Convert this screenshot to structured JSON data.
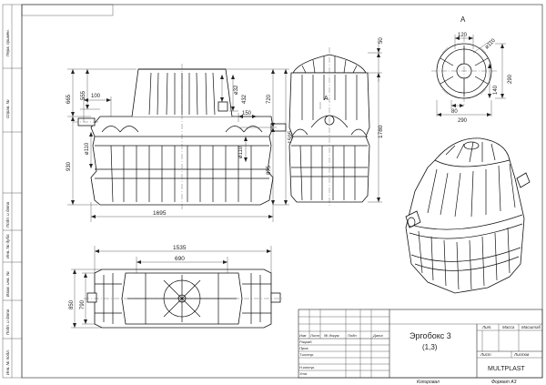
{
  "sheet": {
    "side_stamps": [
      "Перв. примен.",
      "Справ. №",
      "Подп. и дата",
      "Инв. № дубл.",
      "Взам. инв. №",
      "Подп. и дата",
      "Инв. № подл."
    ],
    "footer": {
      "copied": "Копировал",
      "format": "Формат А3"
    }
  },
  "front_view": {
    "dims": {
      "overall_h": "1595",
      "top_h": "665",
      "mid_h": "555",
      "inlet_off": "100",
      "body_h": "930",
      "d_left": "ø110",
      "width": "1695",
      "d32": "ø32",
      "d432": "432",
      "r720": "720",
      "r150": "150",
      "d_right": "ø110",
      "r875": "875"
    }
  },
  "side_view": {
    "dims": {
      "lid": "50",
      "height": "1780"
    },
    "section_mark": "A"
  },
  "plan_view": {
    "dims": {
      "length": "1535",
      "inner": "690",
      "width_outer": "850",
      "width_inner": "790"
    }
  },
  "detail_view": {
    "title": "A",
    "dims": {
      "top": "120",
      "dia": "ø110",
      "inner": "140",
      "height": "290",
      "off": "80",
      "width": "290"
    }
  },
  "title_block": {
    "col_headers": [
      "Изм",
      "Лист",
      "№ докум.",
      "Подп.",
      "Дата"
    ],
    "rows": [
      "Разраб.",
      "Пров.",
      "Т.контр.",
      "",
      "Н.контр.",
      "Утв."
    ],
    "product_name": "Эргобокс 3",
    "product_sub": "(1,3)",
    "lit_label": "Лит.",
    "mass_label": "Масса",
    "scale_label": "Масштаб",
    "sheet_label": "Лист",
    "sheets_label": "Листов",
    "company": "MULTPLAST"
  }
}
